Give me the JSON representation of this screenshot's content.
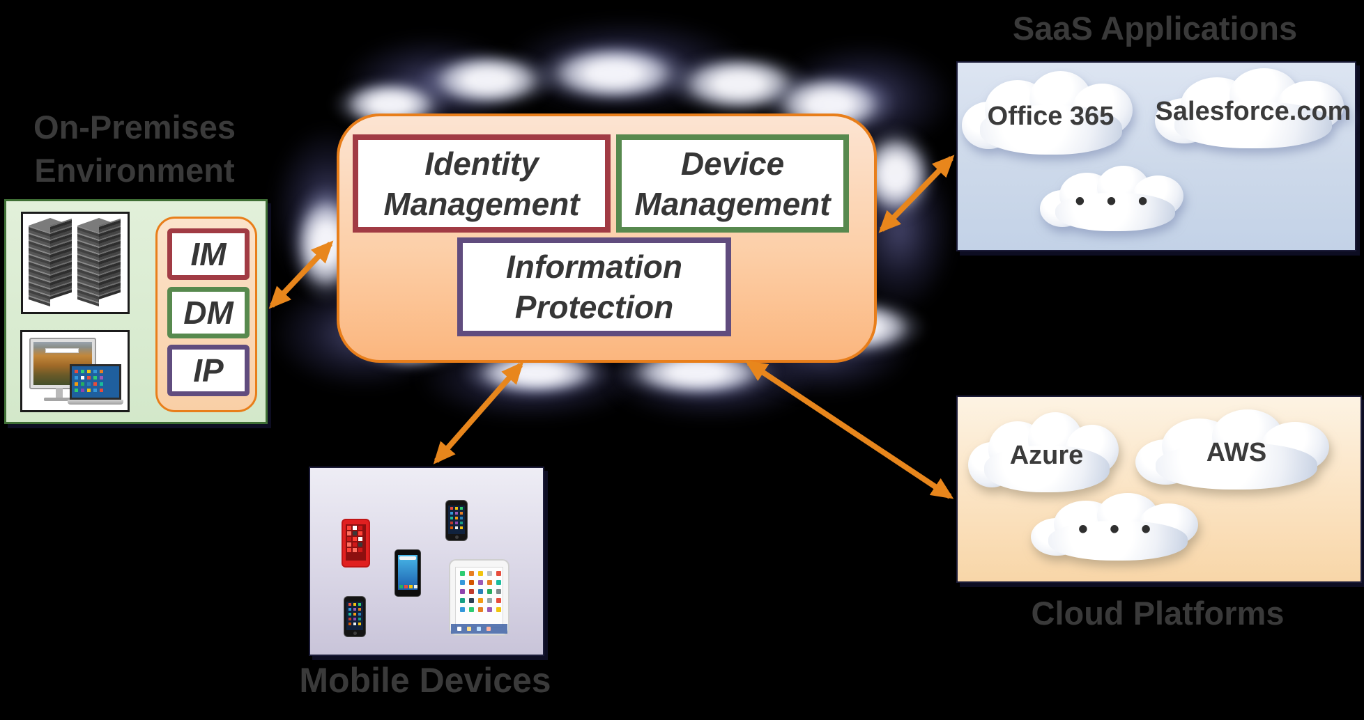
{
  "on_premises": {
    "title": "On-Premises Environment",
    "badges": [
      {
        "label": "IM",
        "border_color": "#a13b44"
      },
      {
        "label": "DM",
        "border_color": "#57894e"
      },
      {
        "label": "IP",
        "border_color": "#604c7e"
      }
    ]
  },
  "hub": {
    "boxes": [
      {
        "label": "Identity Management",
        "border_color": "#a13b44"
      },
      {
        "label": "Device Management",
        "border_color": "#57894e"
      },
      {
        "label": "Information Protection",
        "border_color": "#604c7e"
      }
    ]
  },
  "saas": {
    "title": "SaaS Applications",
    "clouds": [
      {
        "label": "Office 365"
      },
      {
        "label": "Salesforce.com"
      },
      {
        "label": "• • •"
      }
    ]
  },
  "platforms": {
    "title": "Cloud Platforms",
    "clouds": [
      {
        "label": "Azure"
      },
      {
        "label": "AWS"
      },
      {
        "label": "• • •"
      }
    ]
  },
  "mobile": {
    "title": "Mobile Devices"
  },
  "colors": {
    "background": "#000000",
    "hub_border": "#e87e1a",
    "hub_fill_top": "#fce4d2",
    "hub_fill_bottom": "#fbb67e",
    "arrow": "#e8861c",
    "identity_border": "#a13b44",
    "device_border": "#57894e",
    "information_border": "#604c7e",
    "green_panel_fill": "#d9ebd2",
    "saas_panel_fill": "#cdd9ea",
    "platforms_panel_fill": "#fbe3c2",
    "mobile_panel_fill": "#dcd9e8",
    "title_text": "#3a3a3a"
  }
}
